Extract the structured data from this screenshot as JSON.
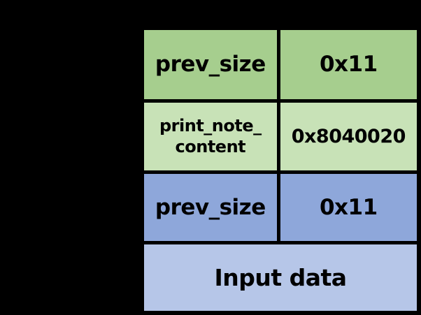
{
  "colors": {
    "background": "#000000",
    "border": "#000000",
    "text": "#000000",
    "chunk1_header_bg": "#A6CE8E",
    "chunk1_body_bg": "#C8E2B7",
    "chunk2_header_bg": "#8EA7DA",
    "chunk2_body_bg": "#B6C6E8"
  },
  "diagram": {
    "rows": [
      {
        "field": "prev_size",
        "value": "0x11"
      },
      {
        "field_lines": [
          "print_note_",
          "content"
        ],
        "value": "0x8040020"
      },
      {
        "field": "prev_size",
        "value": "0x11"
      },
      {
        "label": "Input data"
      }
    ]
  }
}
